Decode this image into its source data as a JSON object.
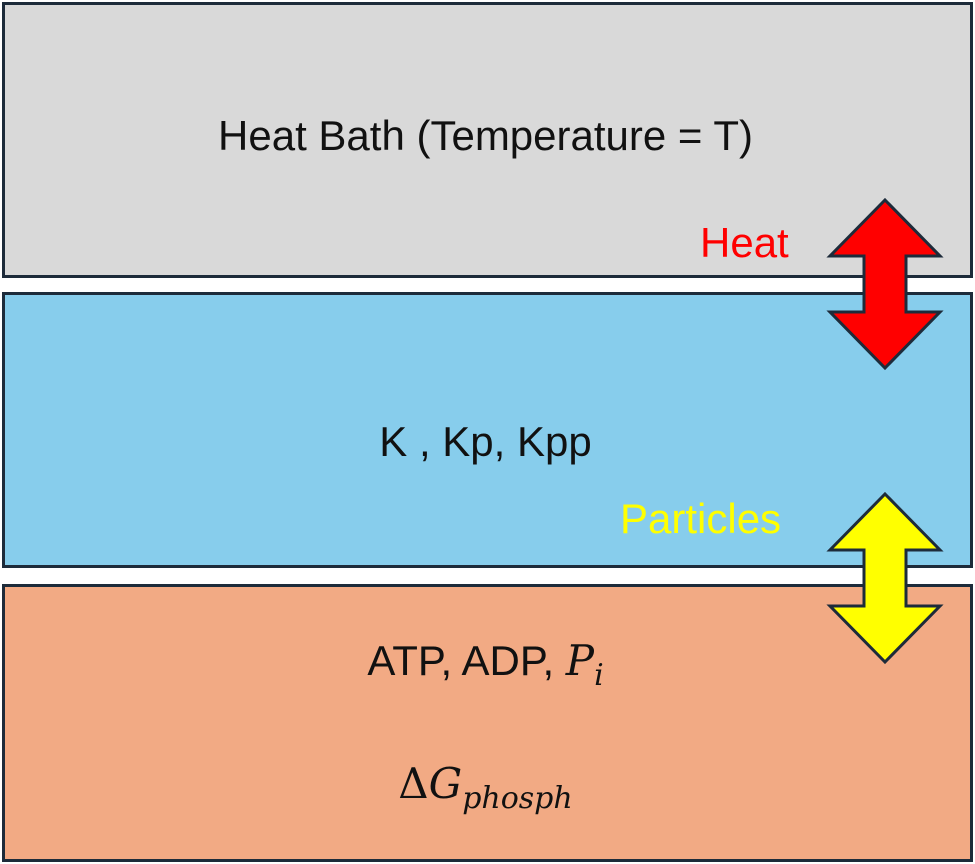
{
  "panels": {
    "bath": {
      "label": "Heat Bath (Temperature = T)",
      "color": "#d9d9d9"
    },
    "kinase": {
      "label": "K , Kp, Kpp",
      "color": "#87cdec"
    },
    "atp": {
      "label_plain": "ATP, ADP, ",
      "label_var": "P",
      "label_sub": "i",
      "dg_delta": "Δ",
      "dg_var": "G",
      "dg_sub": "phosph",
      "color": "#f2aa84"
    }
  },
  "exchanges": {
    "heat": {
      "label": "Heat",
      "color": "#ff0000"
    },
    "particles": {
      "label": "Particles",
      "color": "#ffff00"
    }
  },
  "border_color": "#1d2b3a"
}
